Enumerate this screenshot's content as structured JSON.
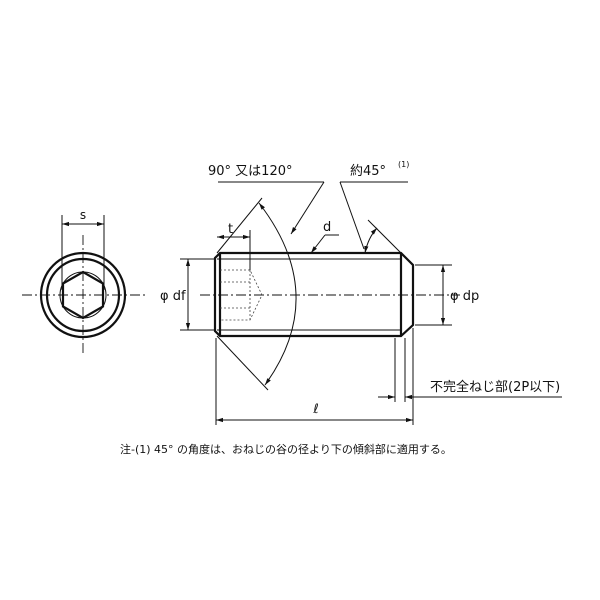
{
  "labels": {
    "s": "s",
    "t": "t",
    "d": "d",
    "phi_df": "φ df",
    "phi_dp": "φ dp",
    "length": "ℓ",
    "angle_point": "90°  又は120°",
    "angle_chamfer": "約45°",
    "angle_chamfer_note_ref": "(1)",
    "incomplete_thread": "不完全ねじ部(2P以下)"
  },
  "note": "注-(1) 45° の角度は、おねじの谷の径より下の傾斜部に適用する。"
}
